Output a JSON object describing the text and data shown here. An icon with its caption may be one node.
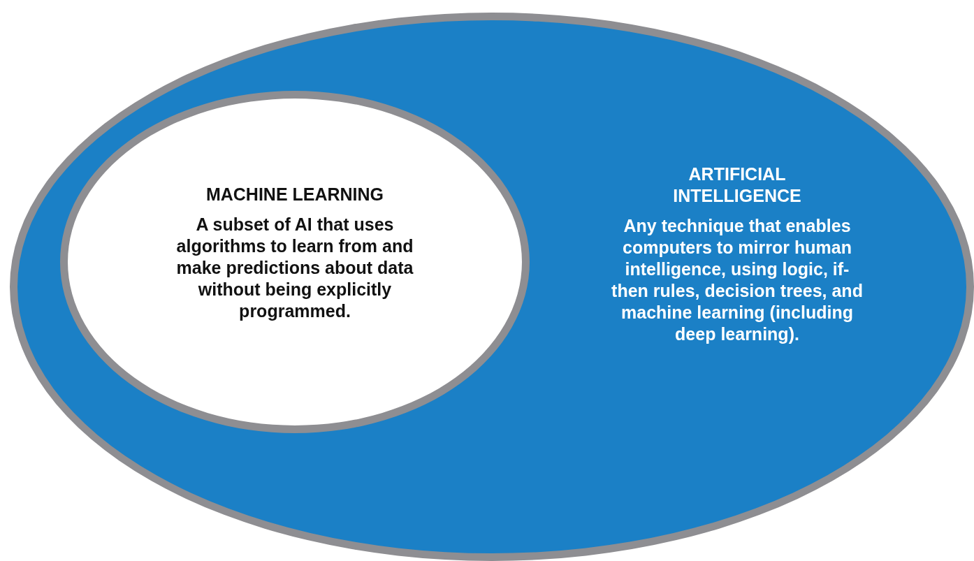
{
  "diagram": {
    "nodes": [
      {
        "text": [
          "ARTIFICIAL INTELLIGENCE",
          "Any technique that enables computers to mirror human intelligence, using logic, if-then rules, decision trees, and machine learning (including deep learning)."
        ]
      },
      {
        "text": [
          "MACHINE LEARNING",
          "A subset of AI that uses algorithms to learn from and make predictions about data without being explicitly programmed."
        ],
        "in": 0
      }
    ]
  }
}
